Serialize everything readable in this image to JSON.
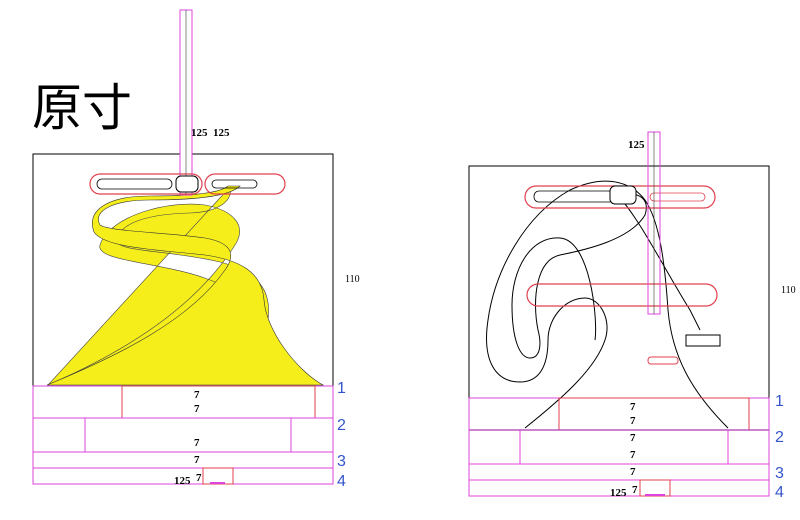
{
  "title": "原寸",
  "left_diagram": {
    "top_labels": [
      "125",
      "125"
    ],
    "side_label": "110",
    "layer_numbers": [
      "7",
      "7",
      "7",
      "7"
    ],
    "bottom_label": "125",
    "bottom_number": "7",
    "layer_tags": [
      "1",
      "2",
      "3",
      "4"
    ],
    "fill_color": "#f5ee1b"
  },
  "right_diagram": {
    "top_label": "125",
    "side_label": "110",
    "layer_numbers": [
      "7",
      "7",
      "7",
      "7",
      "7"
    ],
    "bottom_label": "125",
    "bottom_number": "7",
    "layer_tags": [
      "1",
      "2",
      "3",
      "4"
    ]
  },
  "colors": {
    "outline": "#000000",
    "slot": "#e0404e",
    "layer": "#dd44dd",
    "tag": "#3355cc"
  }
}
